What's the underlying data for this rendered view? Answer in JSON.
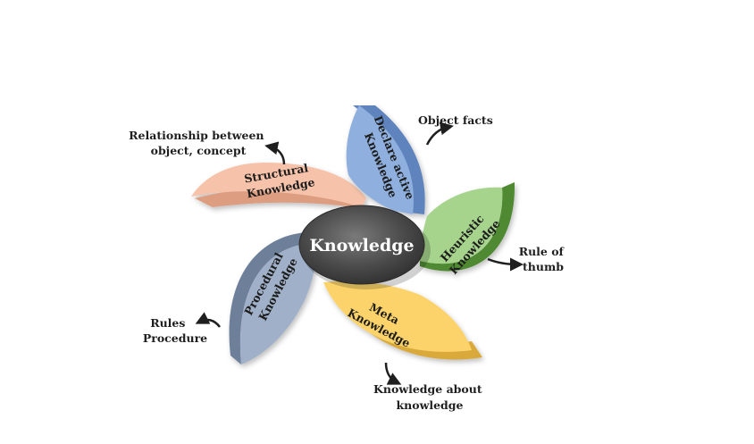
{
  "center": {
    "label": "Knowledge"
  },
  "blades": [
    {
      "id": "declarative",
      "line1": "Declare active",
      "line2": "Knowledge",
      "color": "#8fb0de",
      "shade": "#5f84bd"
    },
    {
      "id": "heuristic",
      "line1": "Heuristic",
      "line2": "Knowledge",
      "color": "#a6d48c",
      "shade": "#4f8a33"
    },
    {
      "id": "meta",
      "line1": "Meta",
      "line2": "Knowledge",
      "color": "#fbd36a",
      "shade": "#d9a93a"
    },
    {
      "id": "procedural",
      "line1": "Procedural",
      "line2": "Knowledge",
      "color": "#9fb0c8",
      "shade": "#6d7f99"
    },
    {
      "id": "structural",
      "line1": "Structural",
      "line2": "Knowledge",
      "color": "#f6c3aa",
      "shade": "#dd9d80"
    }
  ],
  "annotations": {
    "object_facts": "Object facts",
    "relationship_line1": "Relationship between",
    "relationship_line2": "object, concept",
    "rule_line1": "Rule of",
    "rule_line2": "thumb",
    "rules_line1": "Rules",
    "rules_line2": "Procedure",
    "meta_line1": "Knowledge about",
    "meta_line2": "knowledge"
  }
}
